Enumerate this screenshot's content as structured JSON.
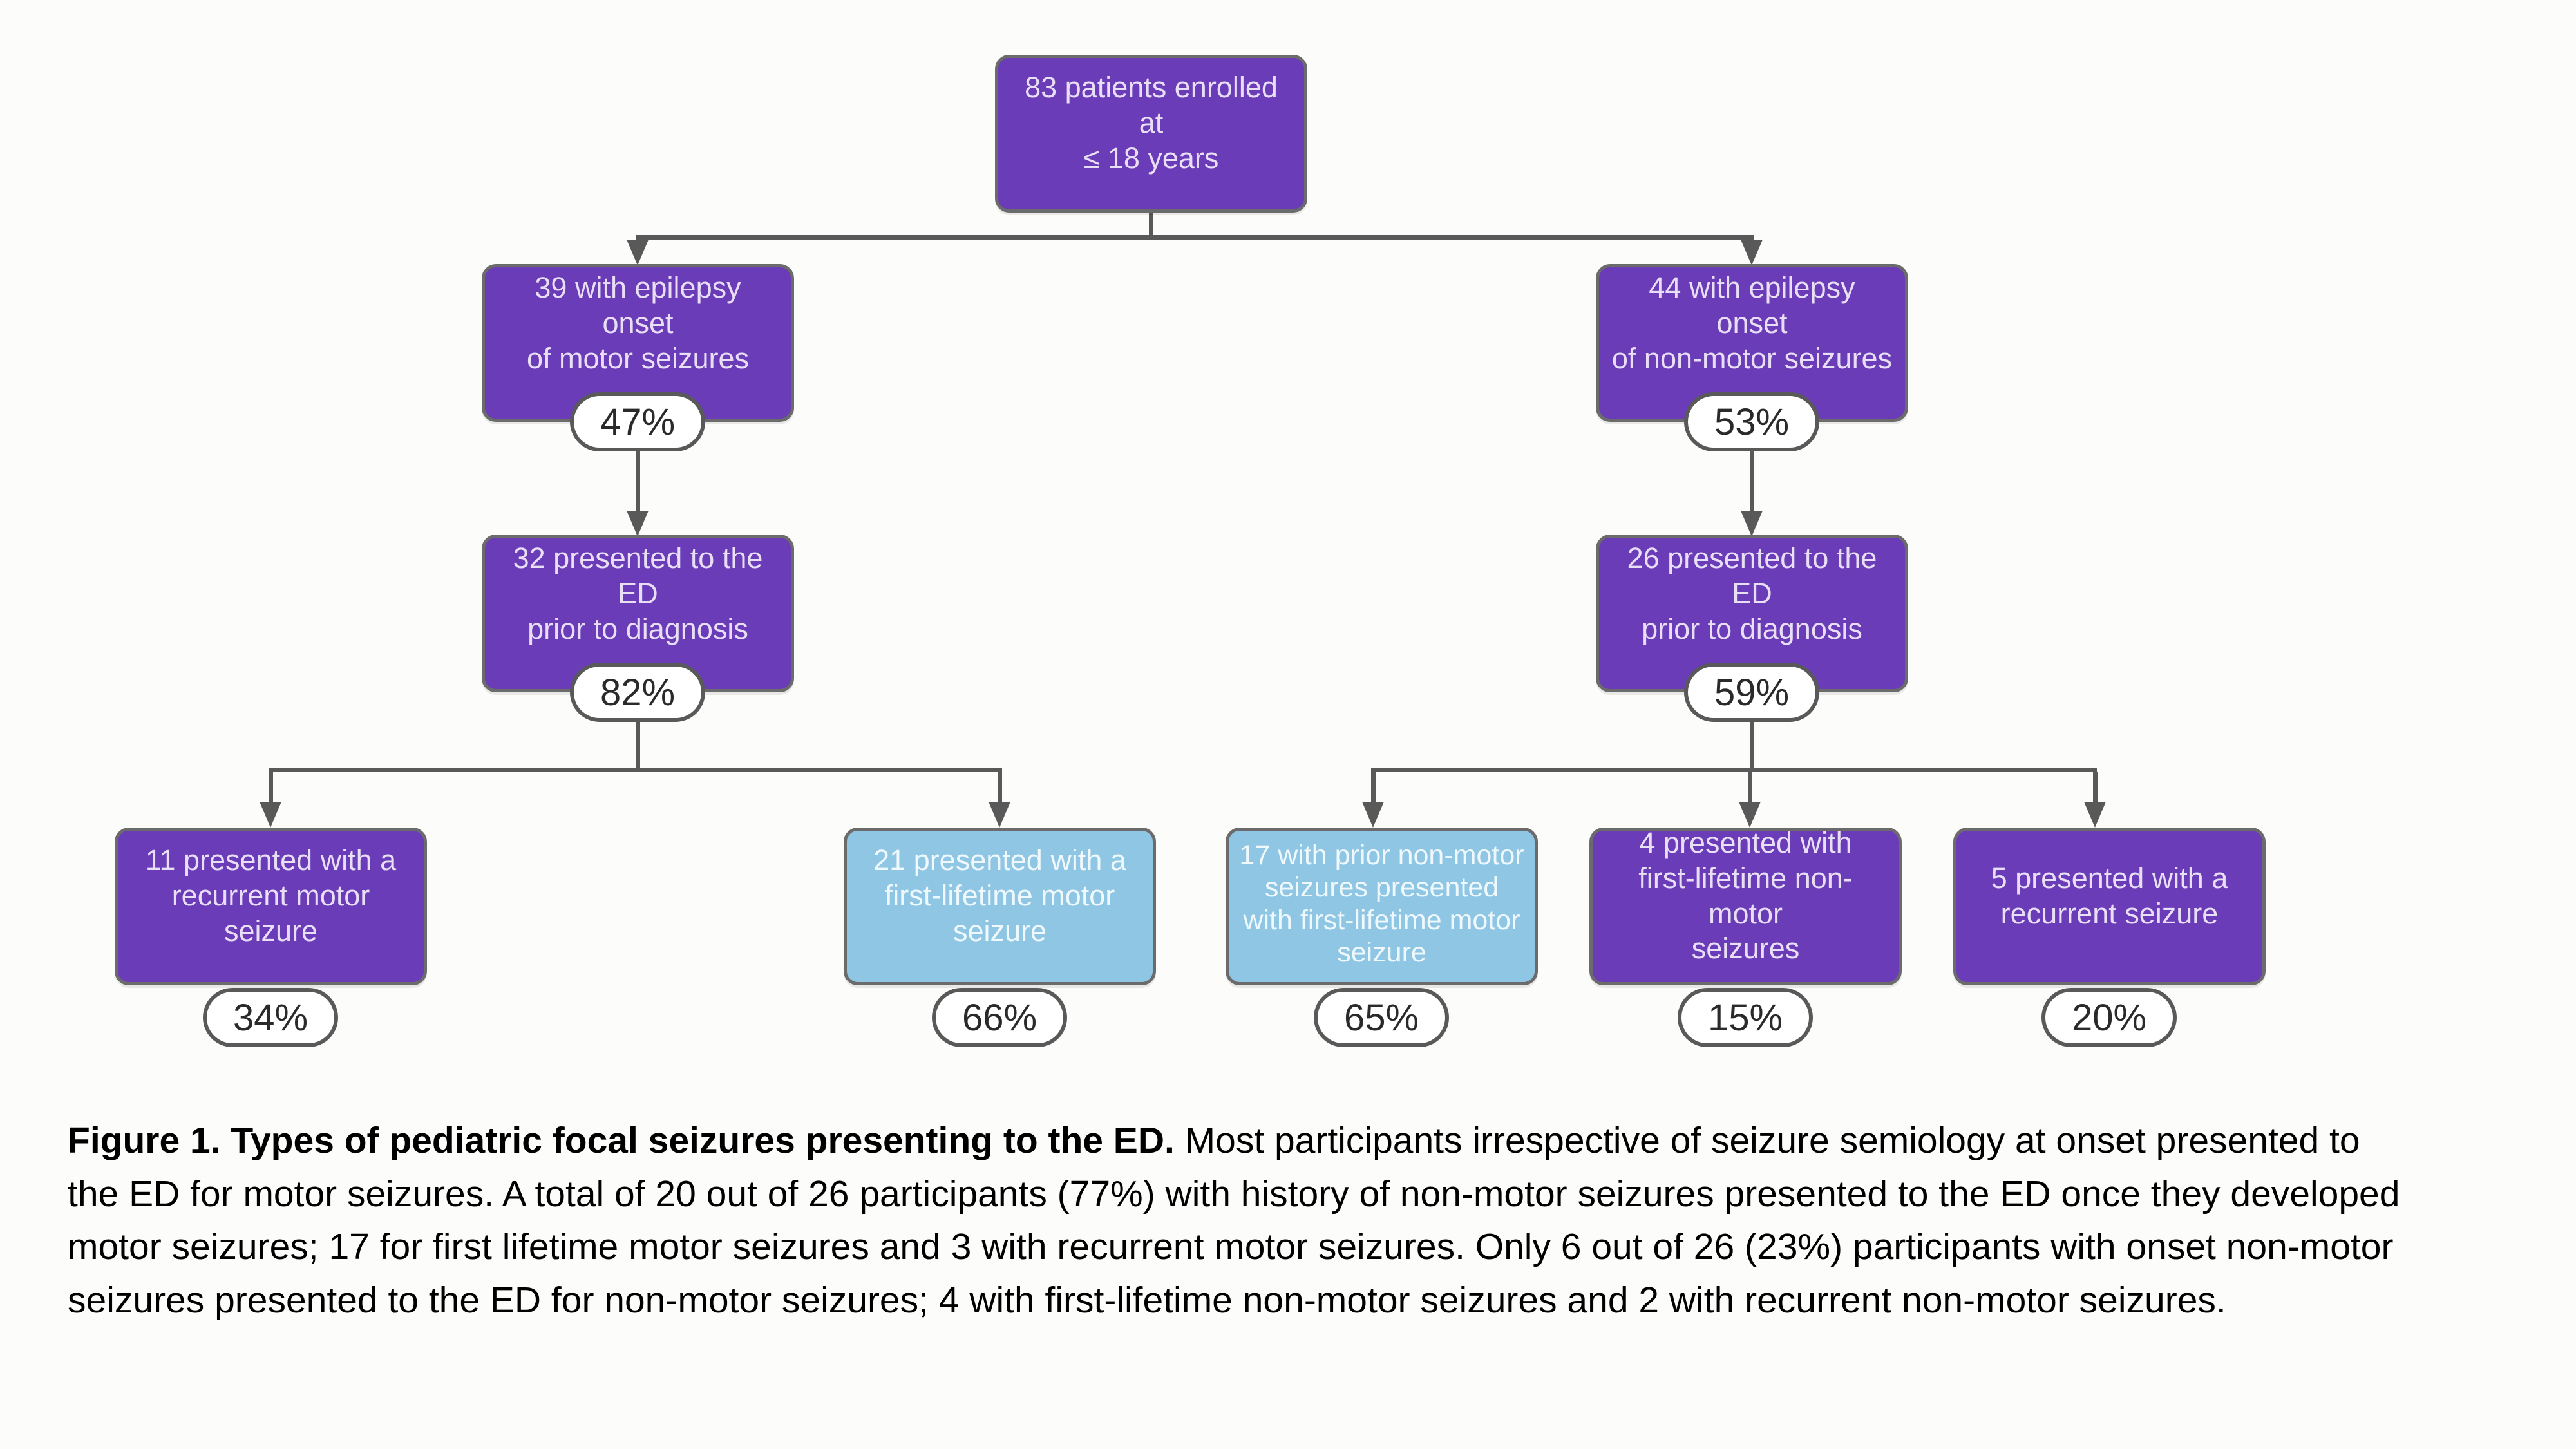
{
  "colors": {
    "bg": "#fcfcfa",
    "purple": "#6a3cb7",
    "purple_text": "#e8def6",
    "blue": "#8ec6e4",
    "blue_text": "#eff8fd",
    "box_border": "#6b6b6b",
    "line": "#595959",
    "pill_bg": "#ffffff",
    "pill_border": "#595959",
    "pill_text": "#2a2a2a",
    "caption_color": "#000000"
  },
  "nodes": {
    "root": {
      "label": "83 patients enrolled at\n≤ 18 years"
    },
    "l2_left": {
      "label": "39 with epilepsy onset\nof motor seizures",
      "pct": "47%"
    },
    "l2_right": {
      "label": "44 with epilepsy onset\nof non-motor seizures",
      "pct": "53%"
    },
    "l3_left": {
      "label": "32 presented to the ED\nprior to diagnosis",
      "pct": "82%"
    },
    "l3_right": {
      "label": "26 presented to the ED\nprior to diagnosis",
      "pct": "59%"
    },
    "leaf_recurrent_motor": {
      "label": "11 presented with a\nrecurrent motor seizure",
      "pct": "34%"
    },
    "leaf_first_motor": {
      "label": "21 presented with a\nfirst-lifetime motor\nseizure",
      "pct": "66%"
    },
    "leaf_prior_nonmotor": {
      "label": "17 with prior non-motor\nseizures presented\nwith first-lifetime motor\nseizure",
      "pct": "65%"
    },
    "leaf_first_nonmotor": {
      "label": "4 presented with\nfirst-lifetime non-motor\nseizures",
      "pct": "15%"
    },
    "leaf_recurrent": {
      "label": "5 presented with a\nrecurrent seizure",
      "pct": "20%"
    }
  },
  "caption": {
    "bold": "Figure 1. Types of pediatric focal seizures presenting to the ED.",
    "rest": " Most participants irrespective of seizure semiology at onset presented to the ED for motor seizures. A total of 20 out of 26 participants (77%) with history of non-motor seizures presented to the ED once they developed motor seizures; 17 for first lifetime motor seizures and 3 with recurrent motor seizures.  Only 6 out of 26 (23%) participants with onset non-motor seizures presented to the ED for non-motor seizures; 4 with first-lifetime non-motor seizures and 2 with recurrent non-motor seizures."
  }
}
